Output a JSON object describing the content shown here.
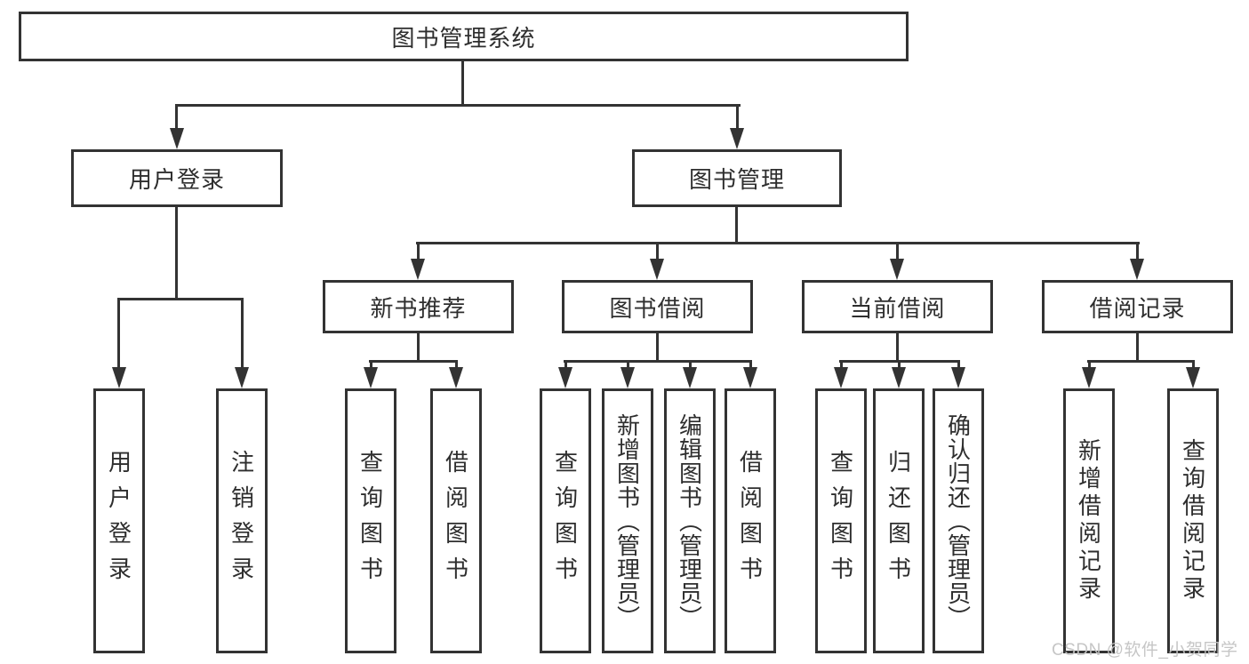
{
  "diagram": {
    "background": "#ffffff",
    "line_color": "#333333",
    "text_color": "#2e2e2e",
    "watermark": {
      "text": "CSDN @软件_小贺同学",
      "color": "#c3c3c3"
    },
    "nodes": {
      "root": {
        "label": "图书管理系统"
      },
      "user_login": {
        "label": "用户登录"
      },
      "book_mgmt": {
        "label": "图书管理"
      },
      "new_book_rec": {
        "label": "新书推荐"
      },
      "book_borrow": {
        "label": "图书借阅"
      },
      "current_borrow": {
        "label": "当前借阅"
      },
      "borrow_record": {
        "label": "借阅记录"
      },
      "leaf_user_login": {
        "label": "用户登录"
      },
      "leaf_logout": {
        "label": "注销登录"
      },
      "leaf_rec_query_book": {
        "label": "查询图书"
      },
      "leaf_rec_borrow_book": {
        "label": "借阅图书"
      },
      "leaf_bb_query_book": {
        "label": "查询图书"
      },
      "leaf_bb_add_book": {
        "label": "新增图书（管理员）"
      },
      "leaf_bb_edit_book": {
        "label": "编辑图书（管理员）"
      },
      "leaf_bb_borrow_book": {
        "label": "借阅图书"
      },
      "leaf_cb_query_book": {
        "label": "查询图书"
      },
      "leaf_cb_return_book": {
        "label": "归还图书"
      },
      "leaf_cb_confirm_return": {
        "label": "确认归还（管理员）"
      },
      "leaf_br_add_record": {
        "label": "新增借阅记录"
      },
      "leaf_br_query_record": {
        "label": "查询借阅记录"
      }
    }
  }
}
